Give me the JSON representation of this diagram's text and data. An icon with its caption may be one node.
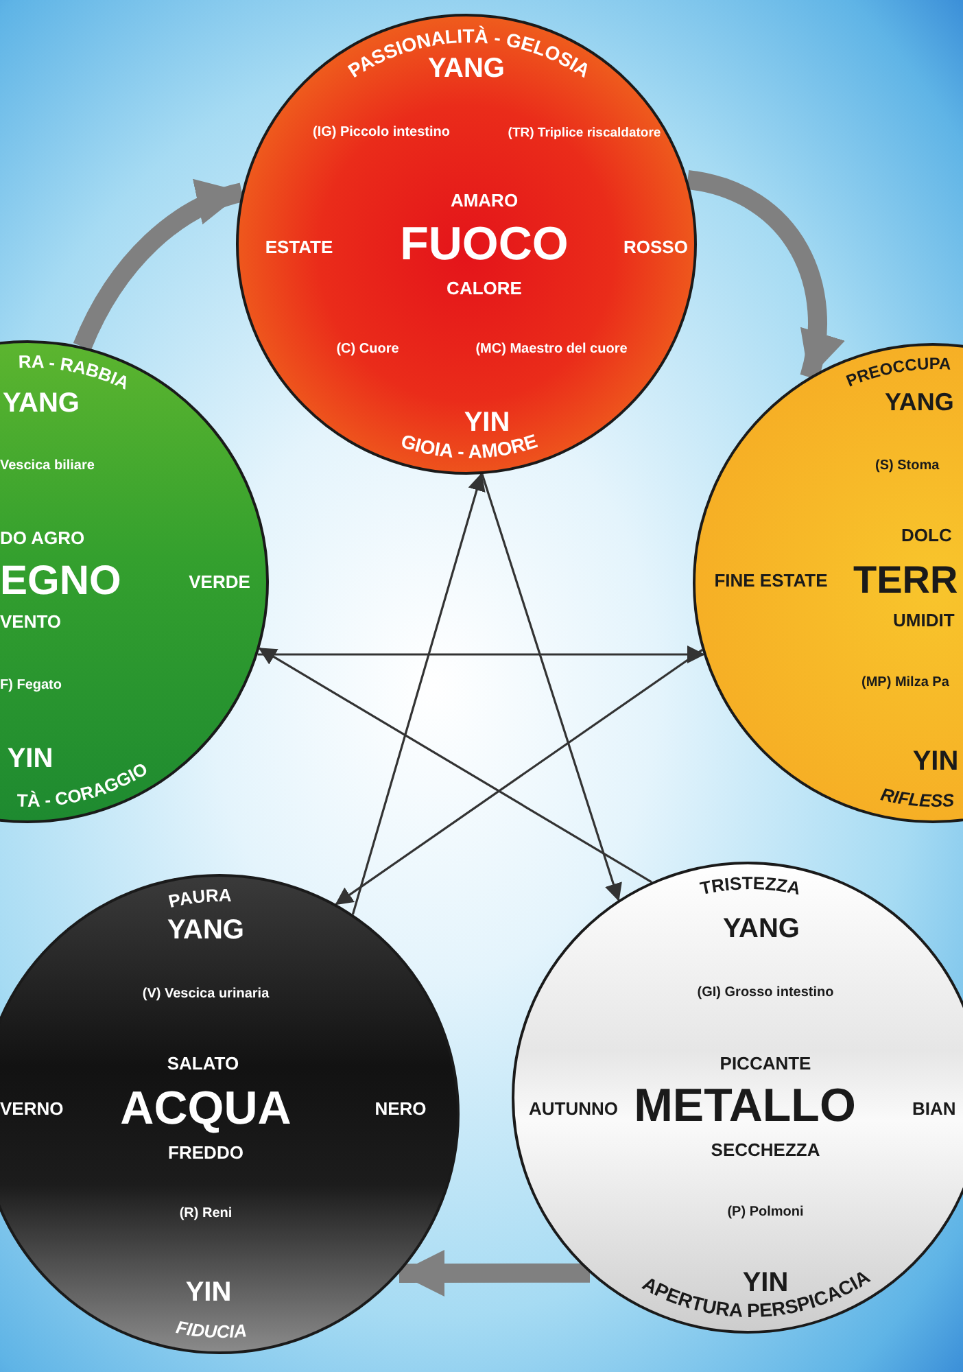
{
  "diagram": {
    "nodes": [
      {
        "text": [
          "PASSIONALITÀ - GELOSIA",
          "YANG",
          "(IG) Piccolo intestino",
          "(TR) Triplice riscaldatore",
          "AMARO",
          "ESTATE",
          "FUOCO",
          "ROSSO",
          "CALORE",
          "(C) Cuore",
          "(MC) Maestro del cuore",
          "YIN",
          "GIOIA - AMORE"
        ]
      },
      {
        "text": [
          "RA - RABBIA",
          "YANG",
          "Vescica biliare",
          "DO AGRO",
          "EGNO",
          "VERDE",
          "VENTO",
          "F) Fegato",
          "YIN",
          "TÀ - CORAGGIO"
        ]
      },
      {
        "text": [
          "PREOCCUPA",
          "YANG",
          "(S) Stoma",
          "DOLC",
          "FINE ESTATE",
          "TERR",
          "UMIDIT",
          "(MP) Milza Pa",
          "YIN",
          "RIFLESS"
        ]
      },
      {
        "text": [
          "PAURA",
          "YANG",
          "(V) Vescica urinaria",
          "SALATO",
          "VERNO",
          "ACQUA",
          "NERO",
          "FREDDO",
          "(R) Reni",
          "YIN",
          "FIDUCIA"
        ]
      },
      {
        "text": [
          "TRISTEZZA",
          "YANG",
          "(GI) Grosso intestino",
          "PICCANTE",
          "AUTUNNO",
          "METALLO",
          "BIAN",
          "SECCHEZZA",
          "(P) Polmoni",
          "YIN",
          "APERTURA PERSPICACIA"
        ]
      }
    ],
    "edges": [
      {
        "from": 1,
        "to": 0,
        "arrow": "to",
        "style": "thick",
        "color": "#808080"
      },
      {
        "from": 0,
        "to": 2,
        "arrow": "to",
        "style": "thick",
        "color": "#808080"
      },
      {
        "from": 4,
        "to": 3,
        "arrow": "to",
        "style": "thick",
        "color": "#808080"
      },
      {
        "from": 1,
        "to": 2,
        "arrow": "to"
      },
      {
        "from": 2,
        "to": 3,
        "arrow": "to"
      },
      {
        "from": 3,
        "to": 0,
        "arrow": "to"
      },
      {
        "from": 0,
        "to": 4,
        "arrow": "to"
      },
      {
        "from": 4,
        "to": 1,
        "arrow": "to"
      }
    ]
  }
}
